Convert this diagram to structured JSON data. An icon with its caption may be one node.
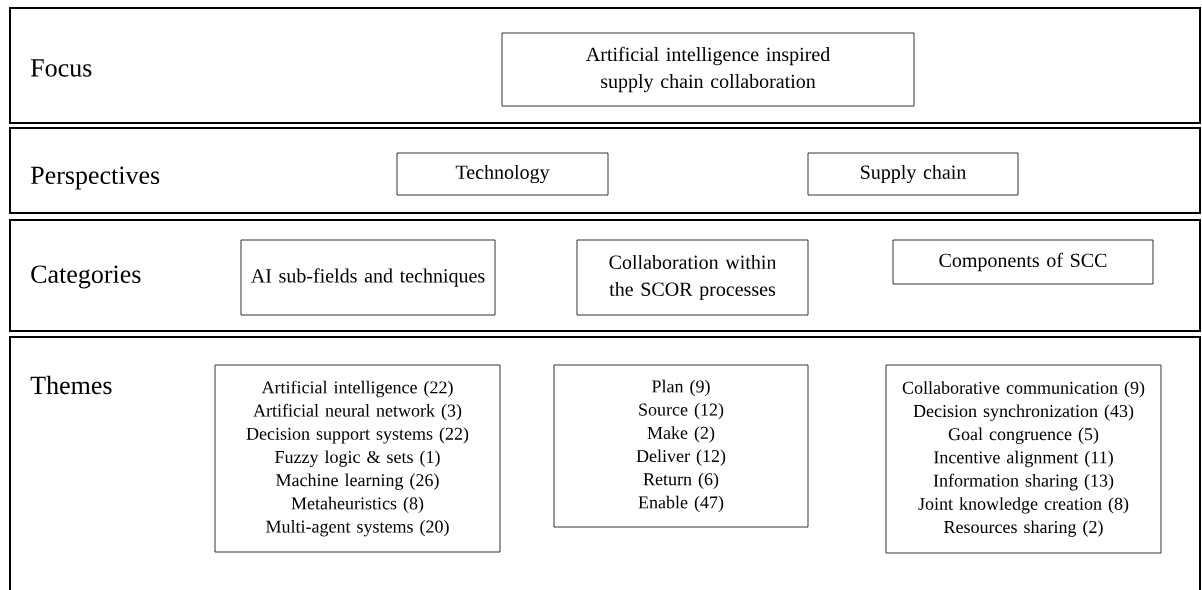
{
  "diagram": {
    "nodes": [
      {
        "text": [
          "Focus"
        ]
      },
      {
        "text": [
          "Artificial intelligence inspired supply chain collaboration"
        ],
        "in": 0
      },
      {
        "text": [
          "Perspectives"
        ]
      },
      {
        "text": [
          "Technology"
        ],
        "in": 2
      },
      {
        "text": [
          "Supply chain"
        ],
        "in": 2
      },
      {
        "text": [
          "Categories"
        ]
      },
      {
        "text": [
          "AI sub-fields and techniques"
        ],
        "in": 5
      },
      {
        "text": [
          "Collaboration within the SCOR processes"
        ],
        "in": 5
      },
      {
        "text": [
          "Components of SCC"
        ],
        "in": 5
      },
      {
        "text": [
          "Themes"
        ]
      },
      {
        "text": [
          "Artificial intelligence (22)",
          "Artificial neural network (3)",
          "Decision support systems (22)",
          "Fuzzy logic & sets (1)",
          "Machine learning (26)",
          "Metaheuristics (8)",
          "Multi-agent systems (20)"
        ],
        "in": 9
      },
      {
        "text": [
          "Plan (9)",
          "Source (12)",
          "Make (2)",
          "Deliver (12)",
          "Return (6)",
          "Enable (47)"
        ],
        "in": 9
      },
      {
        "text": [
          "Collaborative communication (9)",
          "Decision synchronization (43)",
          "Goal congruence (5)",
          "Incentive alignment (11)",
          "Information sharing (13)",
          "Joint knowledge creation (8)",
          "Resources sharing (2)"
        ],
        "in": 9
      }
    ],
    "edges": []
  }
}
